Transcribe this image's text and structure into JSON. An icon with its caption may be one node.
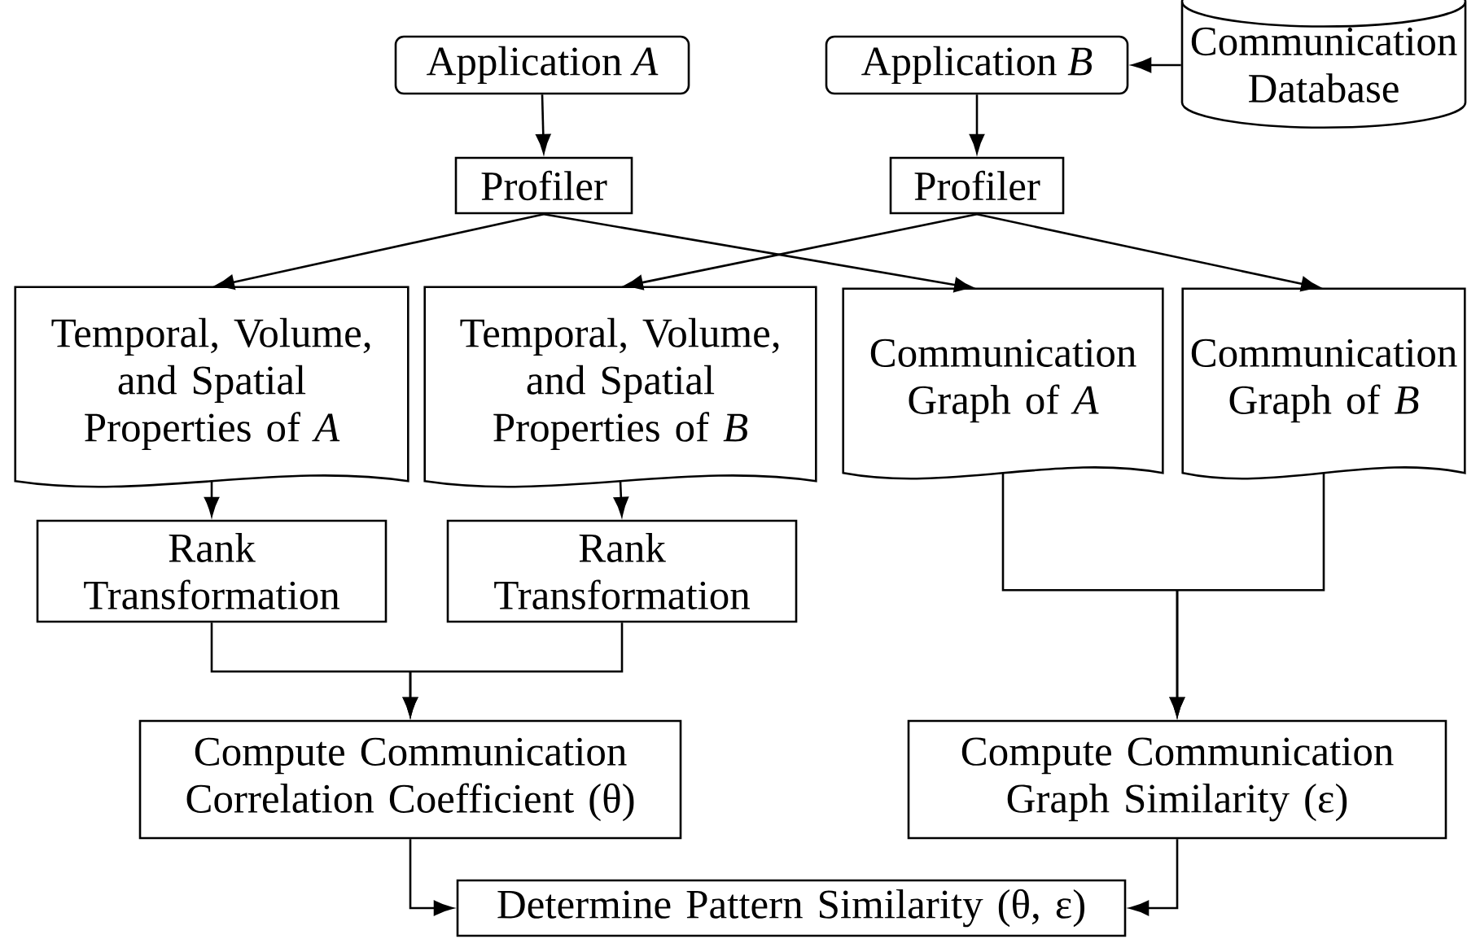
{
  "diagram": {
    "nodes": [
      {
        "text": [
          "Application *A*"
        ]
      },
      {
        "text": [
          "Application *B*"
        ]
      },
      {
        "text": [
          "Communication Database"
        ]
      },
      {
        "text": [
          "Profiler"
        ]
      },
      {
        "text": [
          "Profiler"
        ]
      },
      {
        "text": [
          "Temporal, Volume, and Spatial Properties of *A*"
        ]
      },
      {
        "text": [
          "Temporal, Volume, and Spatial Properties of *B*"
        ]
      },
      {
        "text": [
          "Communication Graph of *A*"
        ]
      },
      {
        "text": [
          "Communication Graph of *B*"
        ]
      },
      {
        "text": [
          "Rank Transformation"
        ]
      },
      {
        "text": [
          "Rank Transformation"
        ]
      },
      {
        "text": [
          "Compute Communication Correlation Coefficient (θ)"
        ]
      },
      {
        "text": [
          "Compute Communication Graph Similarity (ε)"
        ]
      },
      {
        "text": [
          "Determine Pattern Similarity (θ, ε)"
        ]
      }
    ],
    "edges": [
      {
        "from": 0,
        "to": 3,
        "arrow": "to"
      },
      {
        "from": 2,
        "to": 1,
        "arrow": "to"
      },
      {
        "from": 1,
        "to": 4,
        "arrow": "to"
      },
      {
        "from": 3,
        "to": 5,
        "arrow": "to"
      },
      {
        "from": 3,
        "to": 7,
        "arrow": "to"
      },
      {
        "from": 4,
        "to": 6,
        "arrow": "to"
      },
      {
        "from": 4,
        "to": 8,
        "arrow": "to"
      },
      {
        "from": 5,
        "to": 9,
        "arrow": "to"
      },
      {
        "from": 6,
        "to": 10,
        "arrow": "to"
      },
      {
        "from": 9,
        "to": 11,
        "arrow": "to"
      },
      {
        "from": 10,
        "to": 11,
        "arrow": "to"
      },
      {
        "from": 7,
        "to": 12,
        "arrow": "to"
      },
      {
        "from": 8,
        "to": 12,
        "arrow": "to"
      },
      {
        "from": 11,
        "to": 13,
        "arrow": "to"
      },
      {
        "from": 12,
        "to": 13,
        "arrow": "to"
      }
    ]
  }
}
